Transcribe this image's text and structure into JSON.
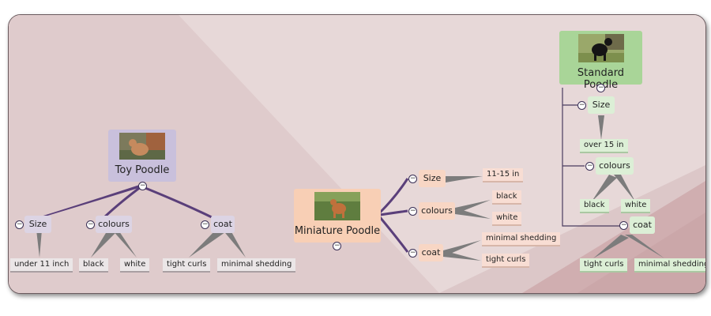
{
  "map": {
    "toy": {
      "title": "Toy Poodle",
      "color": "#c9c0dc",
      "branches": [
        {
          "label": "Size",
          "children": [
            "under 11 inch"
          ]
        },
        {
          "label": "colours",
          "children": [
            "black",
            "white"
          ]
        },
        {
          "label": "coat",
          "children": [
            "tight curls",
            "minimal shedding"
          ]
        }
      ]
    },
    "miniature": {
      "title": "Miniature Poodle",
      "color": "#f8cfb5",
      "branches": [
        {
          "label": "Size",
          "children": [
            "11-15 in"
          ]
        },
        {
          "label": "colours",
          "children": [
            "black",
            "white"
          ]
        },
        {
          "label": "coat",
          "children": [
            "minimal shedding",
            "tight curls"
          ]
        }
      ]
    },
    "standard": {
      "title": "Standard Poodle",
      "color": "#a9d598",
      "branches": [
        {
          "label": "Size",
          "children": [
            "over 15 in"
          ]
        },
        {
          "label": "colours",
          "children": [
            "black",
            "white"
          ]
        },
        {
          "label": "coat",
          "children": [
            "tight curls",
            "minimal shedding"
          ]
        }
      ]
    }
  },
  "icons": {
    "collapse": "minus-circle-icon",
    "photo": "poodle-photo"
  }
}
